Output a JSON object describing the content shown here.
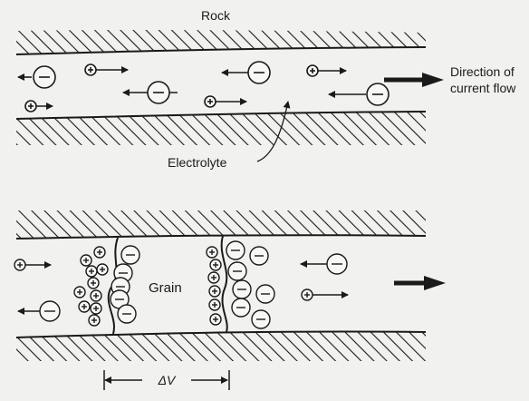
{
  "labels": {
    "rock": "Rock",
    "electrolyte": "Electrolyte",
    "direction_line1": "Direction of",
    "direction_line2": "current flow",
    "grain": "Grain",
    "delta_v": "ΔV"
  },
  "ion_symbols": {
    "positive": "+",
    "negative": "−"
  },
  "colors": {
    "ink": "#1a1a1a",
    "paper": "#f1f1ef",
    "ion_fill": "#f7f7f5"
  }
}
